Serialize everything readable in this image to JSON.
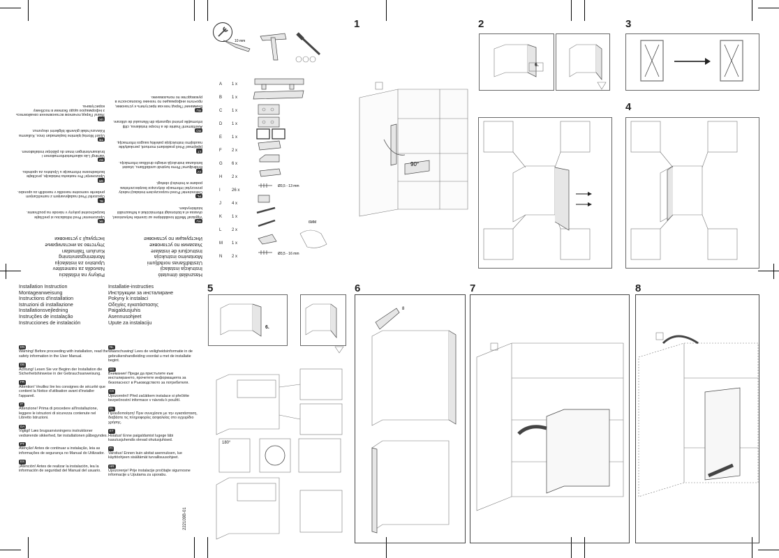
{
  "panels": {
    "p1": "1",
    "p2": "2",
    "p3": "3",
    "p4": "4",
    "p5": "5",
    "p6": "6",
    "p7": "7",
    "p8": "8"
  },
  "ref6": "6.",
  "angle90": "90°",
  "angle180": "180°",
  "label8": "8",
  "doc_code": "222109B-01",
  "dim_13": "10 mm",
  "dim_d1": "Ø3,5 - 13 mm",
  "dim_d2": "Ø3,5 - 16 mm",
  "dim_6mm": "6MM",
  "install_titles_left": [
    "Installation Instruction",
    "Montageanweisung",
    "Instructions d'installation",
    "Istruzioni di installazione",
    "Installationsvejledning",
    "Instruções de instalação",
    "Instrucciones de instalación"
  ],
  "install_titles_right": [
    "Installatie-instructies",
    "Инструкции за инсталиране",
    "Pokyny k instalaci",
    "Οδηγίες εγκατάστασης",
    "Paigaldusjuhis",
    "Asennusohjeet",
    "Upute za instalaciju"
  ],
  "install_titles_flip_left": [
    "Használati útmutató",
    "Instrukcja instalacji",
    "Uzstādīšanas norādījumi",
    "Montavimo instrukcija",
    "Instrucțiuni de instalare",
    "Указания по установке",
    "Инструкции по установке"
  ],
  "install_titles_flip_right": [
    "Pokyny na inštaláciu",
    "Navodila za namestitev",
    "Uputstvo za instalaciju",
    "Monteringsanvisning",
    "Kurulum Talimatları",
    "Упутство за инсталирање",
    "Інструкції з установки"
  ],
  "warnings_left": [
    {
      "flag": "EN",
      "text": "Warning! Before proceeding with installation, read the safety information in the User Manual."
    },
    {
      "flag": "DE",
      "text": "Achtung! Lesen Sie vor Beginn der Installation die Sicherheitshinweise in der Gebrauchsanweisung."
    },
    {
      "flag": "FR",
      "text": "Attention! Veuillez lire les consignes de sécurité que contient la Notice d'utilisation avant d'installer l'appareil."
    },
    {
      "flag": "IT",
      "text": "Attenzione! Prima di procedere all'installazione, leggere le istruzioni di sicurezza contenute nel Libretto Istruzioni."
    },
    {
      "flag": "DA",
      "text": "Vigtigt! Læs brugsanvisningens instruktioner vedrørende sikkerhed, før installationen påbegyndes."
    },
    {
      "flag": "PT",
      "text": "Atenção! Antes de continuar a instalação, leia as informações de segurança no Manual do Utilizador."
    },
    {
      "flag": "ES",
      "text": "¡Atención! Antes de realizar la instalación, lea la información de seguridad del Manual del usuario."
    }
  ],
  "warnings_right": [
    {
      "flag": "NL",
      "text": "Waarschuwing! Lees de veiligheidsinformatie in de gebruikershandleiding voordat u met de installatie begint."
    },
    {
      "flag": "BG",
      "text": "Внимание! Преди да пристъпите към инсталирането, прочетете информацията за безопасност в Ръководството за потребителя."
    },
    {
      "flag": "CS",
      "text": "Upozornění! Před začátkem instalace si přečtěte bezpečnostní informace v návodu k použití."
    },
    {
      "flag": "EL",
      "text": "Προειδοποίηση! Πριν συνεχίσετε με την εγκατάσταση, διαβάστε τις πληροφορίες ασφαλείας στο εγχειρίδιο χρήσης."
    },
    {
      "flag": "ET",
      "text": "Hoiatus! Enne paigaldamist lugege läbi kasutusjuhendis olevad ohutusjuhised."
    },
    {
      "flag": "FI",
      "text": "Varoitus! Ennen kuin aloitat asennuksen, lue käyttöohjeen sisältämät turvallisuusohjeet."
    },
    {
      "flag": "HR",
      "text": "Upozorenje! Prije instalacije pročitajte sigurnosne informacije u Uputama za uporabu."
    }
  ],
  "warnings_flip_left": [
    {
      "flag": "HU",
      "text": "Vigyázat! Mielőtt továbblépne az üzembe helyezéssel, olvassa el a biztonsági információkat a felhasználói kézikönyvben."
    },
    {
      "flag": "PL",
      "text": "Ostrzeżenie! Przed rozpoczęciem instalacji należy przeczytać informacje dotyczące bezpieczeństwa podane w Instrukcji obsługi."
    },
    {
      "flag": "LV",
      "text": "Brīdinājums! Pirms turpināt uzstādīšanu, izlasiet lietošanas instrukcijā sniegto drošības informāciju."
    },
    {
      "flag": "LT",
      "text": "Įspėjimas! Prieš pradėdami montuoti, perskaitykite naudojimo instrukcijoje pateiktą saugos informaciją."
    },
    {
      "flag": "RO",
      "text": "Avertisment! Înainte de a începe instalarea, citiți informațiile privind siguranța din Manualul de utilizare."
    },
    {
      "flag": "RU",
      "text": "Внимание! Перед тем как приступить к установке, прочтите информацию по технике безопасности в руководстве по пользованию."
    }
  ],
  "warnings_flip_right": [
    {
      "flag": "SK",
      "text": "Upozornenie! Pred inštaláciou si prečítajte bezpečnostné pokyny v návode na používanie."
    },
    {
      "flag": "SL",
      "text": "Opozorilo! Pred nadaljevanjem z nameščanjem preberite varnostne navodila v navodilih za uporabo."
    },
    {
      "flag": "SR",
      "text": "Upozorenje! Pre nastavka instalacije, pročitajte bezbednosne informacije u Uputstvu za upotrebu."
    },
    {
      "flag": "SV",
      "text": "Varning! Läs säkerhetsinformationen i bruksanvisningen innan du påbörjar installationen."
    },
    {
      "flag": "TR",
      "text": "Uyarı! Montaj işlemine başlamadan önce, Kullanma Kılavuzu'ndaki güvenlik bilgilerini okuyunuz."
    },
    {
      "flag": "UK",
      "text": "Увага! Перед початком встановлення ознайомтесь з інформацією щодо безпеки в посібнику користувача."
    }
  ],
  "parts": [
    {
      "letter": "A",
      "qty": "1 x"
    },
    {
      "letter": "B",
      "qty": "1 x"
    },
    {
      "letter": "C",
      "qty": "1 x"
    },
    {
      "letter": "D",
      "qty": "1 x"
    },
    {
      "letter": "E",
      "qty": "1 x"
    },
    {
      "letter": "F",
      "qty": "2 x"
    },
    {
      "letter": "G",
      "qty": "6 x"
    },
    {
      "letter": "H",
      "qty": "2 x"
    },
    {
      "letter": "I",
      "qty": "26 x"
    },
    {
      "letter": "J",
      "qty": "4 x"
    },
    {
      "letter": "K",
      "qty": "1 x"
    },
    {
      "letter": "L",
      "qty": "2 x"
    },
    {
      "letter": "M",
      "qty": "1 x"
    },
    {
      "letter": "N",
      "qty": "2 x"
    }
  ]
}
